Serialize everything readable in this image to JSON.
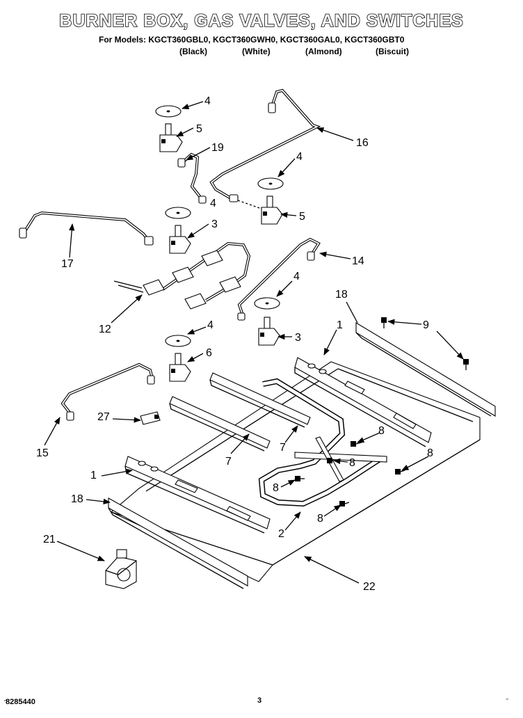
{
  "header": {
    "title": "BURNER BOX, GAS VALVES, AND SWITCHES",
    "models": "For Models: KGCT360GBL0, KGCT360GWH0, KGCT360GAL0, KGCT360GBT0",
    "color_black": "(Black)",
    "color_white": "(White)",
    "color_almond": "(Almond)",
    "color_biscuit": "(Biscuit)"
  },
  "callouts": {
    "c1a": "1",
    "c1b": "1",
    "c2": "2",
    "c3a": "3",
    "c3b": "3",
    "c4a": "4",
    "c4b": "4",
    "c4c": "4",
    "c4d": "4",
    "c4e": "4",
    "c5a": "5",
    "c5b": "5",
    "c6": "6",
    "c7a": "7",
    "c7b": "7",
    "c8a": "8",
    "c8b": "8",
    "c8c": "8",
    "c8d": "8",
    "c8e": "8",
    "c9": "9",
    "c12": "12",
    "c14": "14",
    "c15": "15",
    "c16": "16",
    "c17": "17",
    "c18a": "18",
    "c18b": "18",
    "c19": "19",
    "c21": "21",
    "c22": "22",
    "c27": "27"
  },
  "footer": {
    "doc_id": "8285440",
    "page": "3"
  }
}
